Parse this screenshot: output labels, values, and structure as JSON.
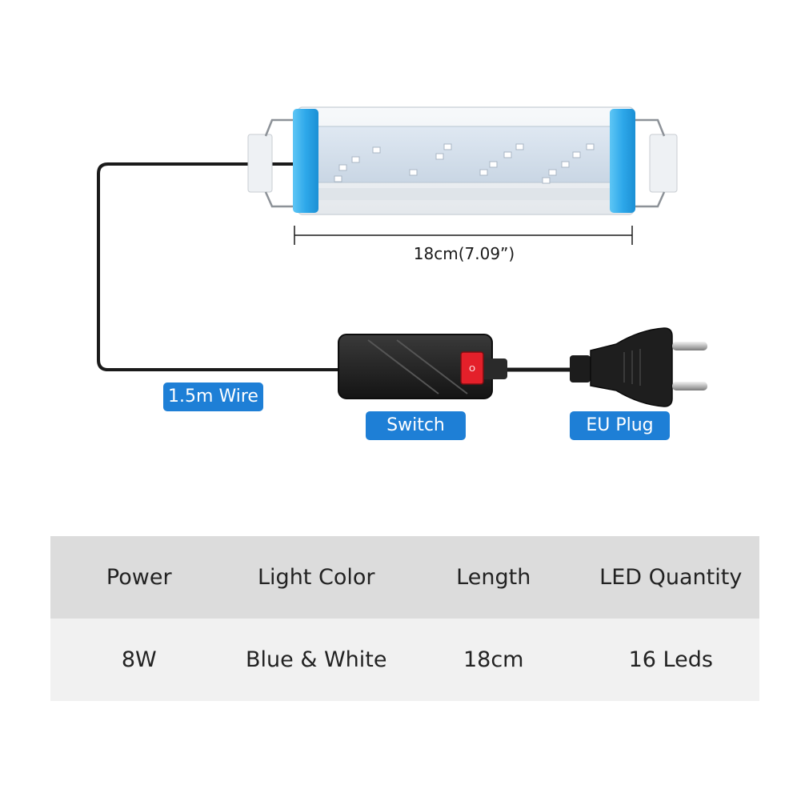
{
  "colors": {
    "tag_blue": "#1e7fd6",
    "housing_blue": "#2ea8ea",
    "cable": "#1a1a1a"
  },
  "dimension": {
    "label": "18cm(7.09”)"
  },
  "labels": {
    "wire": "1.5m Wire",
    "switch": "Switch",
    "plug": "EU Plug"
  },
  "table": {
    "headers": [
      "Power",
      "Light Color",
      "Length",
      "LED Quantity"
    ],
    "values": [
      "8W",
      "Blue & White",
      "18cm",
      "16 Leds"
    ]
  }
}
